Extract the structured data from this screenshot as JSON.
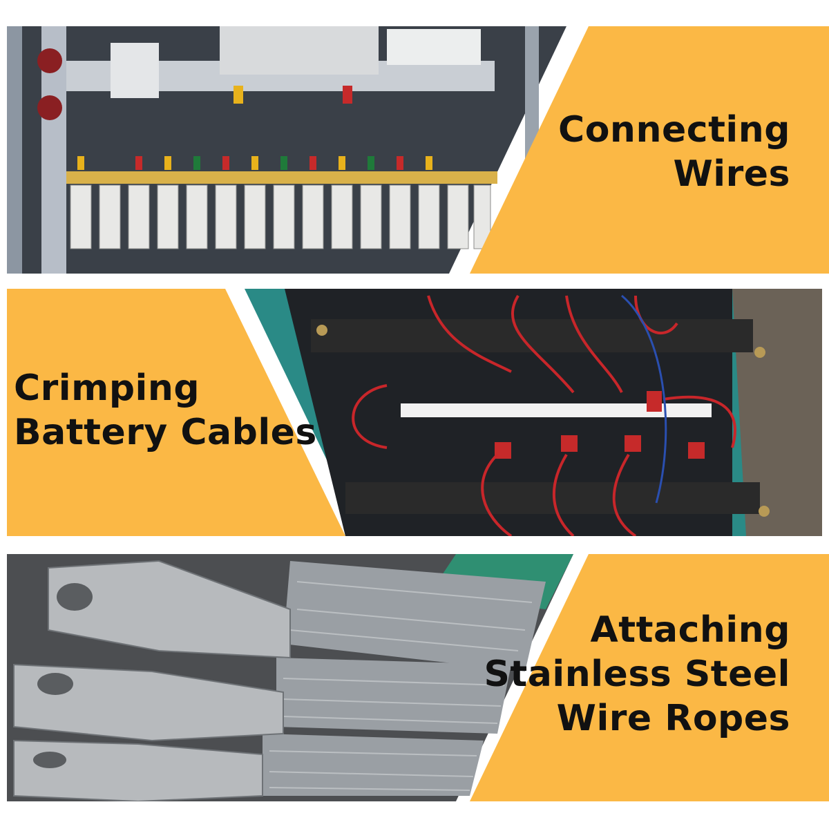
{
  "colors": {
    "accent_orange": "#FBB845",
    "text": "#111111",
    "background": "#FFFFFF"
  },
  "panels": [
    {
      "photo": "electrical-cabinet-fuse-terminals",
      "caption_lines": [
        "Connecting",
        "Wires"
      ]
    },
    {
      "photo": "battery-bank-with-red-cables",
      "caption_lines": [
        "Crimping",
        "Battery Cables"
      ]
    },
    {
      "photo": "steel-wire-rope-lugs",
      "caption_lines": [
        "Attaching",
        "Stainless Steel",
        "Wire Ropes"
      ]
    }
  ]
}
